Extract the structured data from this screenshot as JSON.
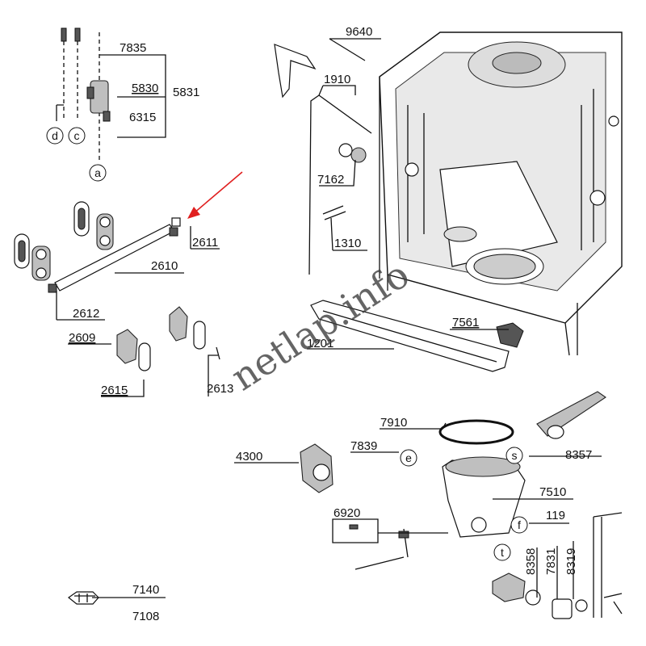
{
  "labels": {
    "p7835": "7835",
    "p5830": "5830",
    "p5831": "5831",
    "p6315": "6315",
    "p9640": "9640",
    "p1910": "1910",
    "p7162": "7162",
    "p1310": "1310",
    "p2611": "2611",
    "p2610": "2610",
    "p2612": "2612",
    "p2609": "2609",
    "p2615": "2615",
    "p2613": "2613",
    "p1201": "1201",
    "p7561": "7561",
    "p7910": "7910",
    "p4300": "4300",
    "p7839": "7839",
    "p8357": "8357",
    "p7510": "7510",
    "p6920": "6920",
    "p119": "119",
    "p8358": "8358",
    "p7831": "7831",
    "p8319": "8319",
    "p7140": "7140",
    "p7108": "7108"
  },
  "connectors": {
    "d": "d",
    "c": "c",
    "a": "a",
    "e": "e",
    "s": "s",
    "f": "f",
    "t": "t"
  },
  "watermark": "netlap.info",
  "colors": {
    "arrow": "#e02020",
    "line": "#111111",
    "part_fill": "#bfbfbf"
  }
}
